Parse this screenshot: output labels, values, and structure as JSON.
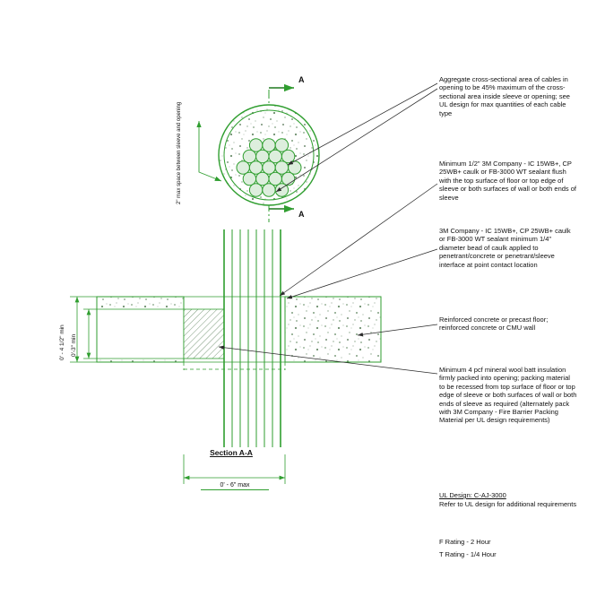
{
  "drawing": {
    "section_label": "Section A-A",
    "section_marker": "A",
    "dim_opening_width": "0' - 6\" max",
    "dim_slab_thickness": "0' - 4 1/2\" min",
    "dim_packing_depth": "0'-3\" min",
    "dim_annular_space": "2\" max space between sleeve and opening"
  },
  "annotations": [
    {
      "id": "aggregate-area",
      "text": "Aggregate cross-sectional area of cables in opening to be 45% maximum of the cross-sectional area inside sleeve or opening; see UL design for max quantities of each cable type"
    },
    {
      "id": "sealant-flush",
      "text": "Minimum 1/2\" 3M Company - IC 15WB+, CP 25WB+ caulk or FB-3000 WT sealant flush with the top surface of floor or top edge of sleeve or both surfaces of wall or both ends of sleeve"
    },
    {
      "id": "sealant-bead",
      "text": "3M Company - IC 15WB+, CP 25WB+ caulk or FB-3000 WT sealant minimum 1/4\" diameter bead of caulk applied to penetrant/concrete or penetrant/sleeve interface at point contact location"
    },
    {
      "id": "concrete",
      "text": "Reinforced concrete or precast floor; reinforced concrete or CMU wall"
    },
    {
      "id": "mineral-wool",
      "text": "Minimum 4 pcf mineral wool batt insulation firmly packed into opening; packing material to be recessed from top surface of floor or top edge of sleeve or both surfaces of wall or both ends of sleeve as required (alternately pack with 3M Company - Fire Barrier Packing Material per UL design requirements)"
    }
  ],
  "notes": {
    "ul_design_title": "UL Design: C-AJ-3000",
    "ul_design_body": "Refer to UL design for additional requirements",
    "f_rating": "F Rating - 2 Hour",
    "t_rating": "T Rating - 1/4 Hour"
  },
  "colors": {
    "line_green": "#2f9e2f",
    "leader_black": "#2b2b2b",
    "text": "#111111"
  }
}
